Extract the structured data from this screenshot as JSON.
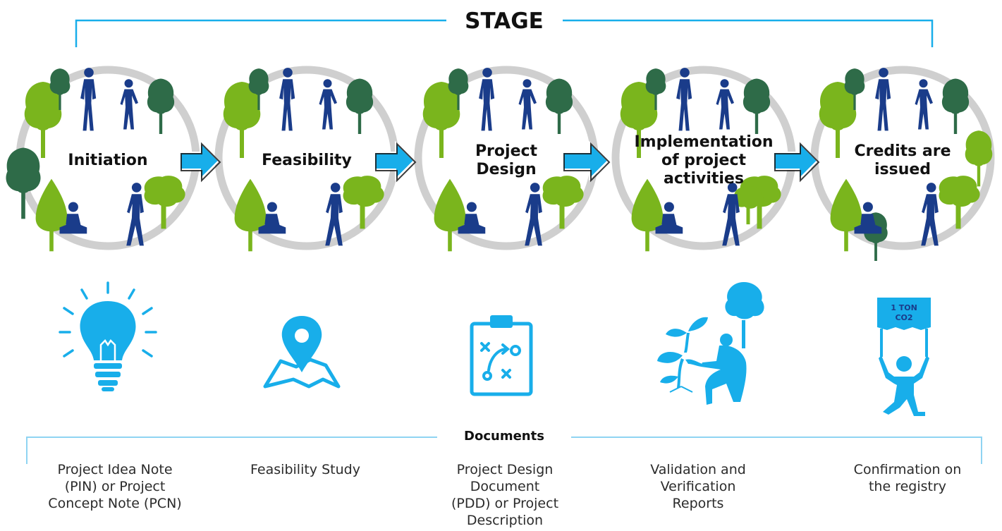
{
  "title": "STAGE",
  "documents_heading": "Documents",
  "stages": [
    {
      "label_lines": [
        "Initiation"
      ],
      "icon": "lightbulb-icon"
    },
    {
      "label_lines": [
        "Feasibility"
      ],
      "icon": "map-pin-icon"
    },
    {
      "label_lines": [
        "Project",
        "Design"
      ],
      "icon": "clipboard-plan-icon"
    },
    {
      "label_lines": [
        "Implementation",
        "of project",
        "activities"
      ],
      "icon": "planting-person-icon"
    },
    {
      "label_lines": [
        "Credits are",
        "issued"
      ],
      "icon": "carbon-ton-sign-icon"
    }
  ],
  "documents": [
    {
      "lines": [
        "Project Idea Note",
        "(PIN) or Project",
        "Concept Note (PCN)"
      ]
    },
    {
      "lines": [
        "Feasibility Study"
      ]
    },
    {
      "lines": [
        "Project Design",
        "Document",
        "(PDD) or Project",
        "Description"
      ]
    },
    {
      "lines": [
        "Validation and",
        "Verification",
        "Reports"
      ]
    },
    {
      "lines": [
        "Confirmation on",
        "the registry"
      ]
    }
  ],
  "sign_text": [
    "1 TON",
    "CO2"
  ],
  "colors": {
    "accent_blue": "#18aeea",
    "people_navy": "#1a3c8a",
    "tree_light": "#7ab51d",
    "tree_dark": "#2e6b48",
    "ring_gray": "#cfcfcf"
  }
}
